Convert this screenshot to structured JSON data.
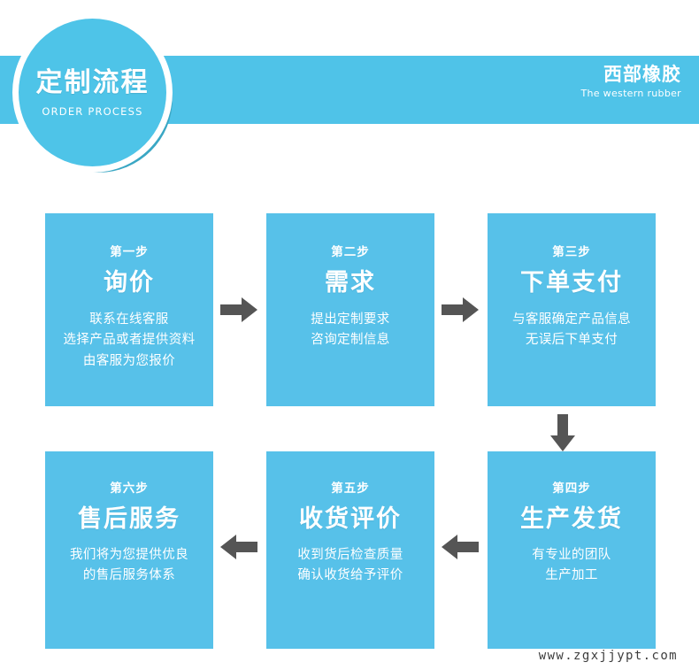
{
  "header": {
    "badge_title_cn": "定制流程",
    "badge_title_en": "ORDER PROCESS",
    "brand_cn": "西部橡胶",
    "brand_en": "The western rubber",
    "band_color": "#4fc3e8",
    "circle_color": "#4ec4e8",
    "circle_shadow_color": "#3aa7c4"
  },
  "colors": {
    "box": "#57c1e9",
    "arrow": "#555555",
    "text": "#ffffff",
    "background": "#ffffff"
  },
  "arrows": [
    {
      "name": "arrow-step1-to-step2",
      "direction": "right"
    },
    {
      "name": "arrow-step2-to-step3",
      "direction": "right"
    },
    {
      "name": "arrow-step3-to-step4",
      "direction": "down"
    },
    {
      "name": "arrow-step4-to-step5",
      "direction": "left"
    },
    {
      "name": "arrow-step5-to-step6",
      "direction": "left"
    }
  ],
  "steps": [
    {
      "order": "第一步",
      "title": "询价",
      "desc_lines": [
        "联系在线客服",
        "选择产品或者提供资料",
        "由客服为您报价"
      ]
    },
    {
      "order": "第二步",
      "title": "需求",
      "desc_lines": [
        "提出定制要求",
        "咨询定制信息"
      ]
    },
    {
      "order": "第三步",
      "title": "下单支付",
      "desc_lines": [
        "与客服确定产品信息",
        "无误后下单支付"
      ]
    },
    {
      "order": "第四步",
      "title": "生产发货",
      "desc_lines": [
        "有专业的团队",
        "生产加工"
      ]
    },
    {
      "order": "第五步",
      "title": "收货评价",
      "desc_lines": [
        "收到货后检查质量",
        "确认收货给予评价"
      ]
    },
    {
      "order": "第六步",
      "title": "售后服务",
      "desc_lines": [
        "我们将为您提供优良",
        "的售后服务体系"
      ]
    }
  ],
  "watermark": "www.zgxjjypt.com"
}
